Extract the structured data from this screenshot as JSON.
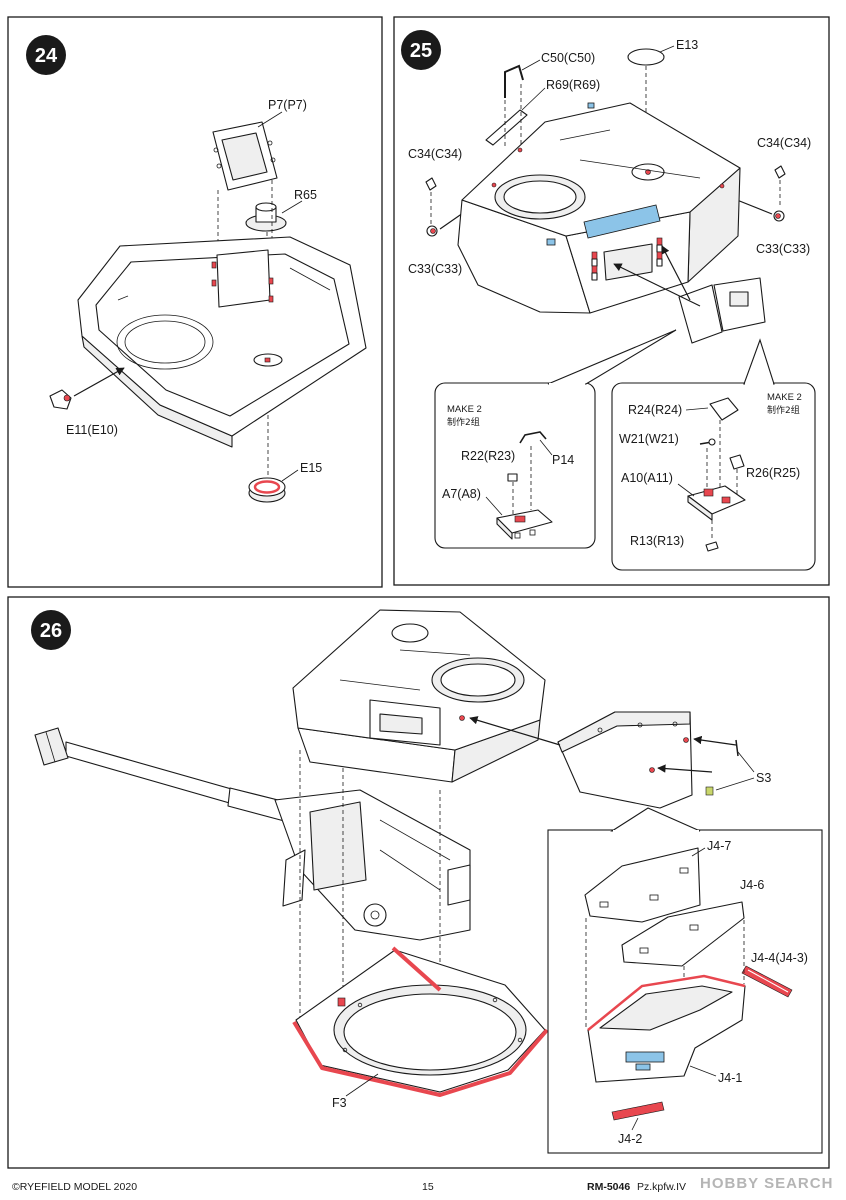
{
  "page": {
    "copyright": "©RYEFIELD MODEL 2020",
    "page_number": "15",
    "product_code": "RM-5046",
    "model_name": "Pz.kpfw.IV",
    "watermark": "HOBBY SEARCH"
  },
  "colors": {
    "red": "#e8474f",
    "blue": "#8cc4e8",
    "ink": "#1a1a1a",
    "pin": "#c9d66b"
  },
  "steps": {
    "s24": {
      "number": "24",
      "labels": {
        "p7": "P7(P7)",
        "r65": "R65",
        "e11": "E11(E10)",
        "e15": "E15"
      }
    },
    "s25": {
      "number": "25",
      "labels": {
        "c50": "C50(C50)",
        "e13": "E13",
        "r69": "R69(R69)",
        "c34_left": "C34(C34)",
        "c34_right": "C34(C34)",
        "c33_left": "C33(C33)",
        "c33_right": "C33(C33)"
      },
      "callout_left": {
        "make": "MAKE 2",
        "make_cn": "制作2组",
        "r22": "R22(R23)",
        "p14": "P14",
        "a7": "A7(A8)"
      },
      "callout_right": {
        "make": "MAKE 2",
        "make_cn": "制作2组",
        "r24": "R24(R24)",
        "w21": "W21(W21)",
        "r26": "R26(R25)",
        "a10": "A10(A11)",
        "r13": "R13(R13)"
      }
    },
    "s26": {
      "number": "26",
      "labels": {
        "s3": "S3",
        "f3": "F3",
        "j4_7": "J4-7",
        "j4_6": "J4-6",
        "j4_4": "J4-4(J4-3)",
        "j4_1": "J4-1",
        "j4_2": "J4-2"
      }
    }
  }
}
